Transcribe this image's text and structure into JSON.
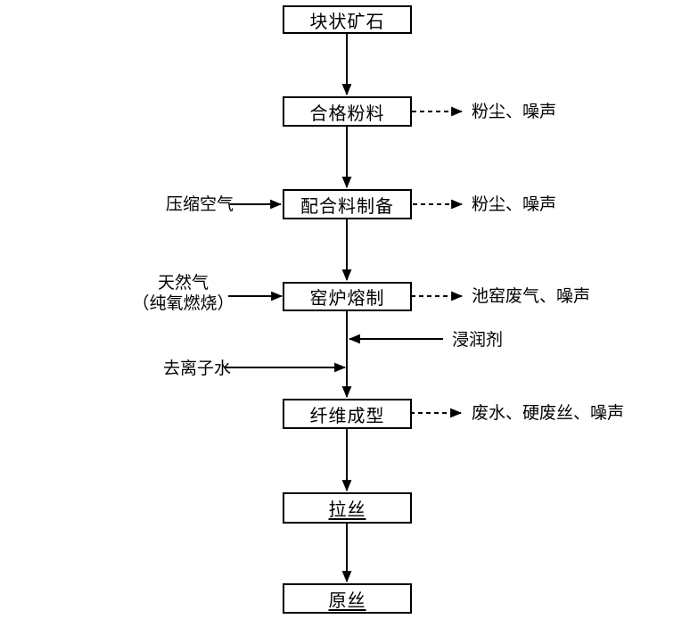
{
  "diagram": {
    "boxes": [
      {
        "label": "块状矿石"
      },
      {
        "label": "合格粉料"
      },
      {
        "label": "配合料制备"
      },
      {
        "label": "窑炉熔制"
      },
      {
        "label": "纤维成型"
      },
      {
        "label": "拉丝"
      },
      {
        "label": "原丝"
      }
    ],
    "inputs": [
      {
        "label": "压缩空气"
      },
      {
        "line1": "天然气",
        "line2": "（纯氧燃烧）"
      },
      {
        "label": "浸润剂"
      },
      {
        "label": "去离子水"
      }
    ],
    "emissions": [
      {
        "label": "粉尘、噪声"
      },
      {
        "label": "粉尘、噪声"
      },
      {
        "label": "池窑废气、噪声"
      },
      {
        "label": "废水、硬废丝、噪声"
      }
    ],
    "colors": {
      "line": "#000000",
      "background": "#ffffff",
      "box_border": "#000000"
    }
  }
}
